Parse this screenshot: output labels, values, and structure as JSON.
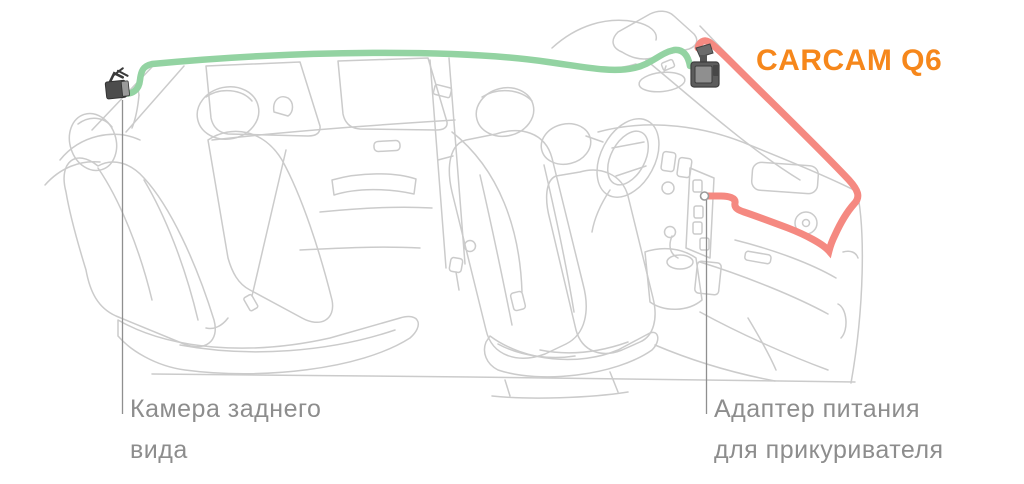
{
  "diagram": {
    "title": "CARCAM Q6",
    "title_color": "#F6871B",
    "labels": {
      "rear_camera": {
        "line1": "Камера заднего",
        "line2": "вида"
      },
      "power_adapter": {
        "line1": "Адаптер питания",
        "line2": "для прикуривателя"
      },
      "text_color": "#8D8D8D"
    },
    "cables": {
      "rear_camera_cable": {
        "name": "rear-camera-cable",
        "color": "#93D3A2"
      },
      "power_cable": {
        "name": "power-cable",
        "color": "#F58981"
      }
    },
    "artwork": {
      "car_outline_color": "#CBCBCB",
      "leader_line_color": "#8F8F8F",
      "device_body_color": "#565656",
      "device_screen_color": "#8F8F8F"
    }
  }
}
